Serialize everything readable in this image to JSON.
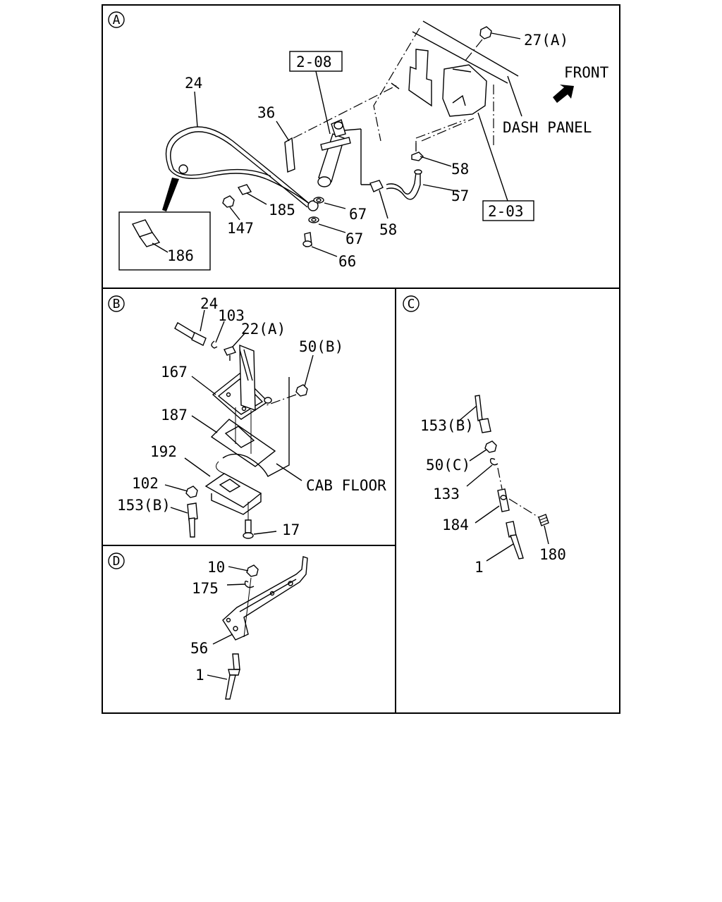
{
  "sections": {
    "A": {
      "id": "A",
      "labels": {
        "p27A": "27(A)",
        "front": "FRONT",
        "dash_panel": "DASH PANEL",
        "ref_208": "2-08",
        "p24": "24",
        "p36": "36",
        "p58a": "58",
        "p57": "57",
        "p58b": "58",
        "ref_203": "2-03",
        "p67a": "67",
        "p67b": "67",
        "p185": "185",
        "p147": "147",
        "p66": "66",
        "p186": "186"
      }
    },
    "B": {
      "id": "B",
      "labels": {
        "p24": "24",
        "p103": "103",
        "p22A": "22(A)",
        "p50B": "50(B)",
        "p167": "167",
        "p187": "187",
        "p192": "192",
        "cab_floor": "CAB FLOOR",
        "p102": "102",
        "p153B": "153(B)",
        "p17": "17"
      }
    },
    "C": {
      "id": "C",
      "labels": {
        "p153B": "153(B)",
        "p50C": "50(C)",
        "p133": "133",
        "p184": "184",
        "p180": "180",
        "p1": "1"
      }
    },
    "D": {
      "id": "D",
      "labels": {
        "p10": "10",
        "p175": "175",
        "p56": "56",
        "p1": "1"
      }
    }
  }
}
